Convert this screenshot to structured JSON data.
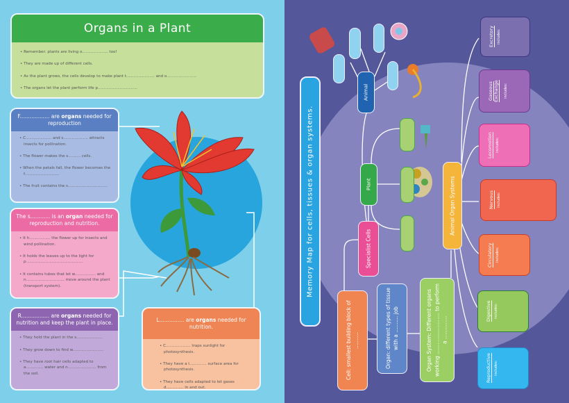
{
  "left": {
    "title": "Organs in a Plant",
    "intro": [
      "Remember: plants are living o..................... too!",
      "They are made up of different cells.",
      "As the plant grows, the cells develop to make plant t....................... and o........................",
      "The organs let the plant perform life p................................"
    ],
    "flowers": {
      "title_pre": "F.................. are ",
      "title_bold": "organs",
      "title_post": " needed for reproduction",
      "items": [
        "C..................... and s.................... attracts insects for pollination.",
        "The flower makes the s.......... cells.",
        "When the petals fall, the flower becomes the f............................",
        "The fruit contains the s................................"
      ]
    },
    "stem": {
      "title_pre": "The s............ is an ",
      "title_bold": "organ",
      "title_post": " needed for reproduction and nutrition.",
      "items": [
        "It h................. the flower up for insects and wind pollination.",
        "It holds the leaves up to the light for p..............................................",
        "It contains tubes that let w................. and n............................... move around the plant (transport system)."
      ]
    },
    "roots": {
      "title_pre": "R................. are ",
      "title_bold": "organs",
      "title_post": " needed for nutrition and keep the plant in place.",
      "items": [
        "They hold the plant in the s.....................",
        "They grow down to find w.........................",
        "They have root hair cells adapted to a.............. water and n....................... from the soil."
      ]
    },
    "leaves": {
      "title_pre": "L............... are ",
      "title_bold": "organs",
      "title_post": " needed for nutrition.",
      "items": [
        "C.................... traps sunlight for photosynthesis.",
        "They have a l.............. surface area for photosynthesis.",
        "They have cells adapted to let gases d.............. in and out."
      ]
    }
  },
  "right": {
    "title": "Memory Map for cells, tissues & organ systems.",
    "cell": "Cell: smallest building block of ..........",
    "organ": "Organ: different types of tissue with a .......... job",
    "organ_system": "Organ System: Different organs working ......................... to perform a ..............",
    "specialist": "Specialist Cells",
    "plant": "Plant",
    "animal": "Animal",
    "animal_systems": "Animal Organ Systems",
    "includes": "includes:",
    "systems": [
      "Excretory",
      "Gaseous Exchange",
      "Locomotion",
      "Nervous",
      "Circulatory",
      "Digestive",
      "Reproductive"
    ]
  },
  "colors": {
    "left_bg": "#7dcfea",
    "right_bg": "#55579b",
    "title_green": "#3aac4a",
    "flowers": "#5b7fc3",
    "stem": "#ec6ba4",
    "roots": "#8e65b0",
    "leaves": "#ef8555"
  }
}
